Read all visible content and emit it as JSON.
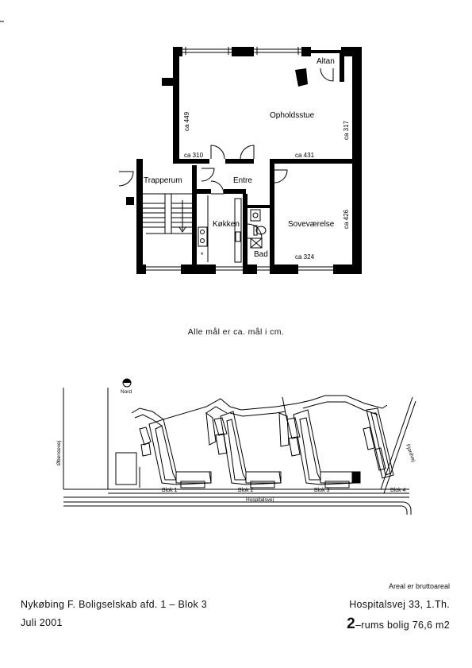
{
  "floorplan": {
    "rooms": {
      "altan": "Altan",
      "ophold": "Opholdsstue",
      "trapperum": "Trapperum",
      "entre": "Entre",
      "kokken": "Køkken",
      "bad": "Bad",
      "sove": "Soveværelse"
    },
    "dims": {
      "d449": "ca 449",
      "d317": "ca 317",
      "d310": "ca 310",
      "d431": "ca 431",
      "d426": "ca 426",
      "d324": "ca 324"
    }
  },
  "caption": "Alle mål er ca. mål i cm.",
  "siteplan": {
    "north": "Nord",
    "streets": {
      "obenses": "Øbensevej",
      "hospitals": "Hospitalsvej",
      "fjordvej": "Fjordvej"
    },
    "blocks": [
      "Blok 1",
      "Blok 2",
      "Blok 3",
      "Blok 4"
    ]
  },
  "footer": {
    "areal_note": "Areal er bruttoareal",
    "organization": "Nykøbing F. Boligselskab afd. 1 – Blok 3",
    "date": "Juli 2001",
    "address": "Hospitalsvej 33, 1.Th.",
    "flat_digit": "2",
    "flat_rest": "–rums bolig 76,6 m2"
  },
  "colors": {
    "ink": "#000000",
    "paper": "#ffffff",
    "hatch": "#000000"
  }
}
